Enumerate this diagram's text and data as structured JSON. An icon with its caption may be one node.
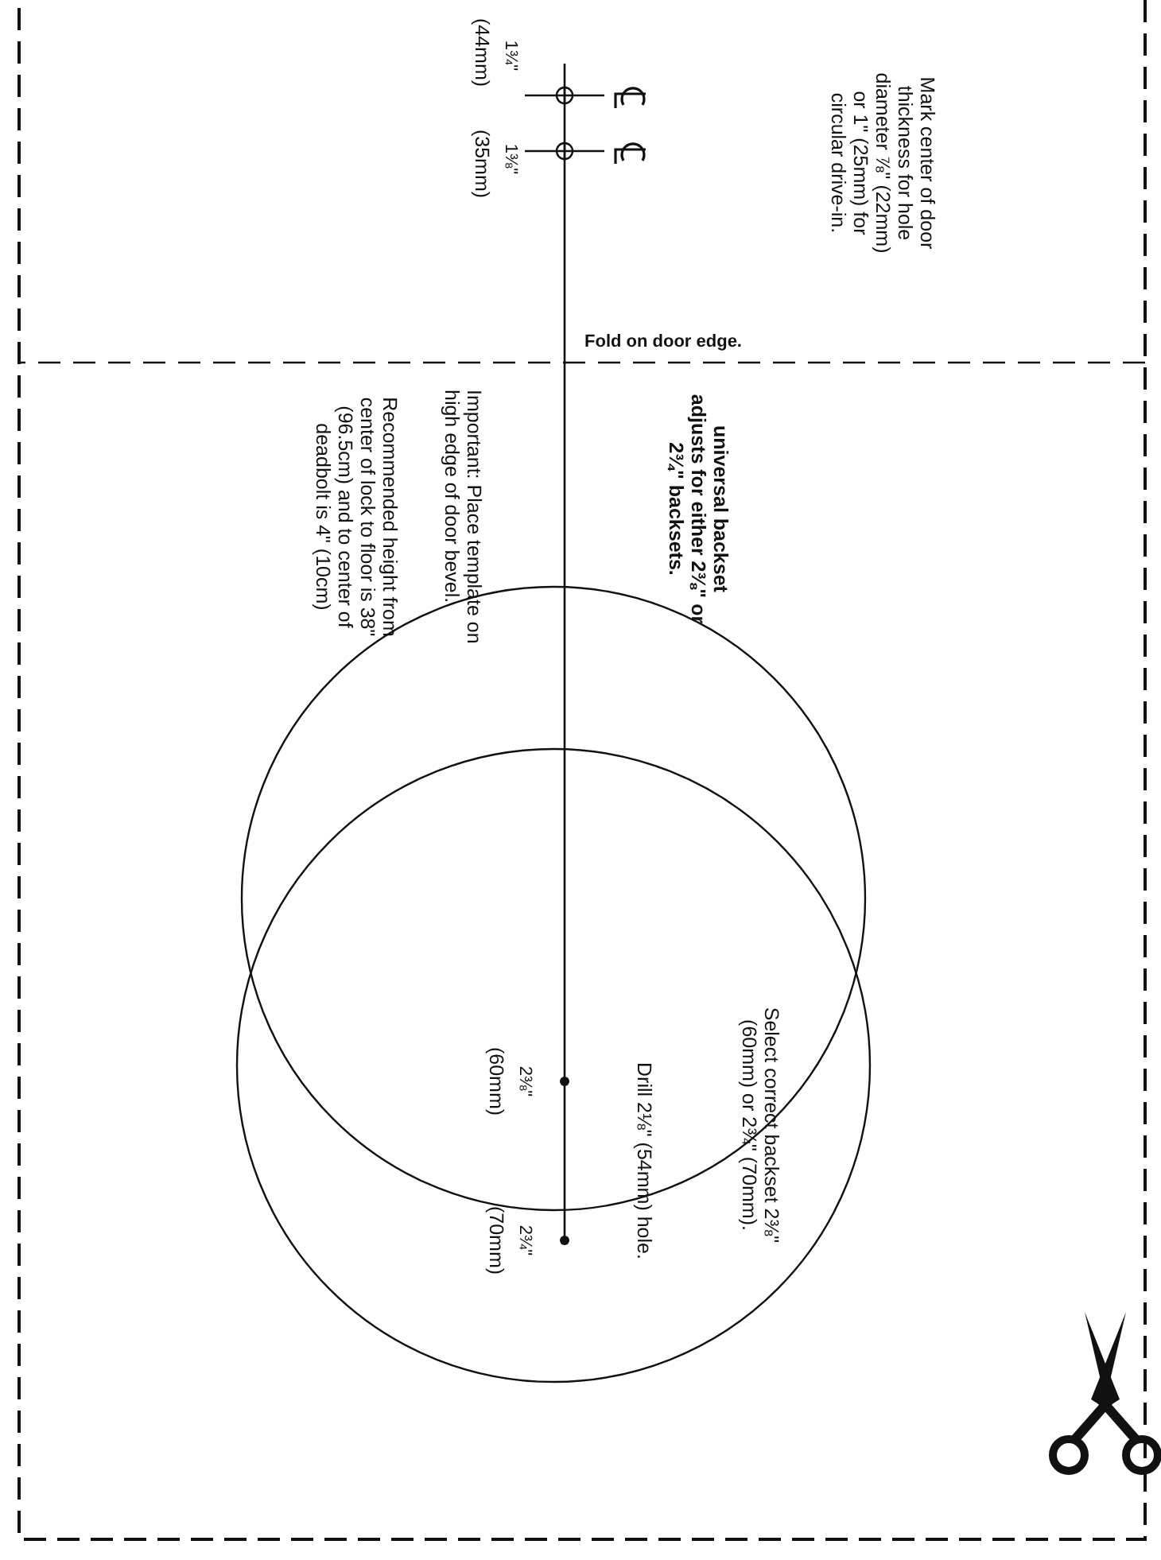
{
  "diagram": {
    "labels": [
      "Mark center of door thickness for hole diameter ⅞\" (22mm) or 1\" (25mm) for circular drive-in.",
      "1¾\"",
      "(44mm)",
      "1⅜\"",
      "(35mm)",
      "Fold on door edge.",
      "universal backset adjusts for either 2⅜\" or 2¾\" backsets.",
      "Important: Place template on high edge of door bevel.",
      "Recommended height from center of lock to floor is 38\" (96.5cm) and to center of deadbolt is 4\" (10cm)",
      "Select correct backset 2⅜\" (60mm) or 2¾\" (70mm).",
      "Drill 2⅛\" (54mm) hole.",
      "2⅜\"",
      "(60mm)",
      "2¾\"",
      "(70mm)"
    ]
  }
}
